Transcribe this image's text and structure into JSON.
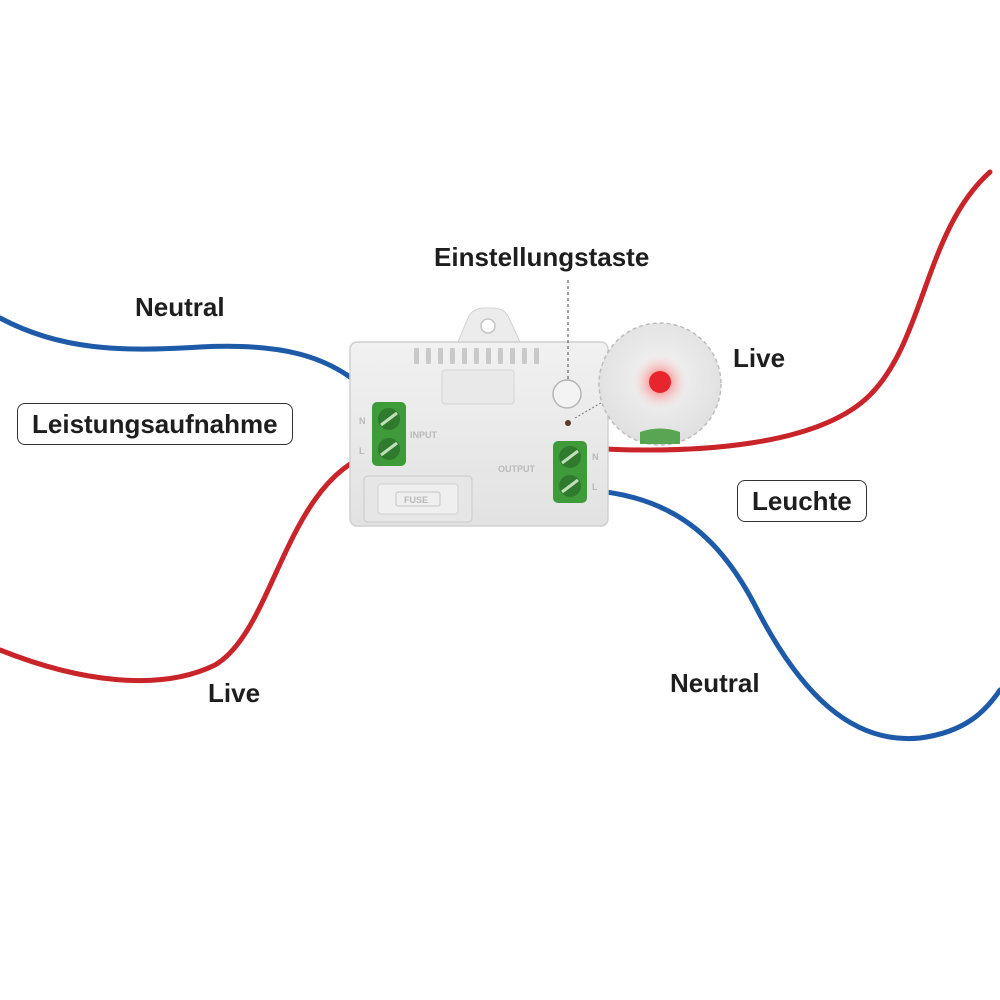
{
  "labels": {
    "neutral_left": "Neutral",
    "input": "Leistungsaufnahme",
    "live_left": "Live",
    "setting_button": "Einstellungstaste",
    "live_right": "Live",
    "lamp": "Leuchte",
    "neutral_right": "Neutral"
  },
  "device": {
    "input_mark": "INPUT",
    "output_mark": "OUTPUT",
    "fuse_mark": "FUSE",
    "n_mark": "N",
    "l_mark": "L"
  },
  "colors": {
    "live_wire": "#c8242a",
    "neutral_wire": "#1d5aa8",
    "terminal": "#3f9a3a",
    "led": "#e8252e"
  }
}
